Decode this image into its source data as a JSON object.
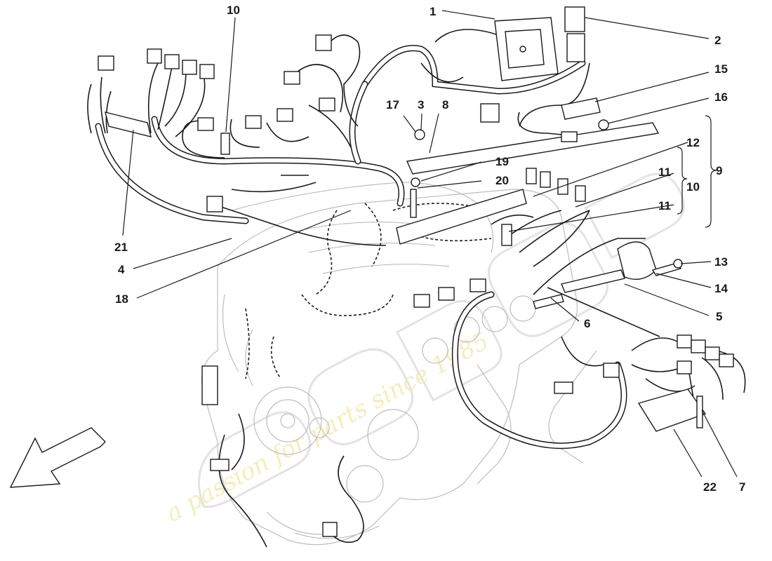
{
  "callouts": [
    {
      "id": "c1",
      "label": "1"
    },
    {
      "id": "c2",
      "label": "2"
    },
    {
      "id": "c3",
      "label": "3"
    },
    {
      "id": "c4",
      "label": "4"
    },
    {
      "id": "c5",
      "label": "5"
    },
    {
      "id": "c6",
      "label": "6"
    },
    {
      "id": "c7",
      "label": "7"
    },
    {
      "id": "c8",
      "label": "8"
    },
    {
      "id": "c9",
      "label": "9"
    },
    {
      "id": "c10a",
      "label": "10"
    },
    {
      "id": "c10b",
      "label": "10"
    },
    {
      "id": "c11a",
      "label": "11"
    },
    {
      "id": "c11b",
      "label": "11"
    },
    {
      "id": "c12",
      "label": "12"
    },
    {
      "id": "c13",
      "label": "13"
    },
    {
      "id": "c14",
      "label": "14"
    },
    {
      "id": "c15",
      "label": "15"
    },
    {
      "id": "c16",
      "label": "16"
    },
    {
      "id": "c17",
      "label": "17"
    },
    {
      "id": "c18",
      "label": "18"
    },
    {
      "id": "c19",
      "label": "19"
    },
    {
      "id": "c20",
      "label": "20"
    },
    {
      "id": "c21",
      "label": "21"
    },
    {
      "id": "c22",
      "label": "22"
    }
  ],
  "watermark": {
    "tagline": "a passion for parts since 1985",
    "logo_icon": "eurospares-logo-icon",
    "tagline_color": "#efe9a6"
  },
  "direction_indicator": {
    "icon": "front-direction-arrow-icon"
  }
}
